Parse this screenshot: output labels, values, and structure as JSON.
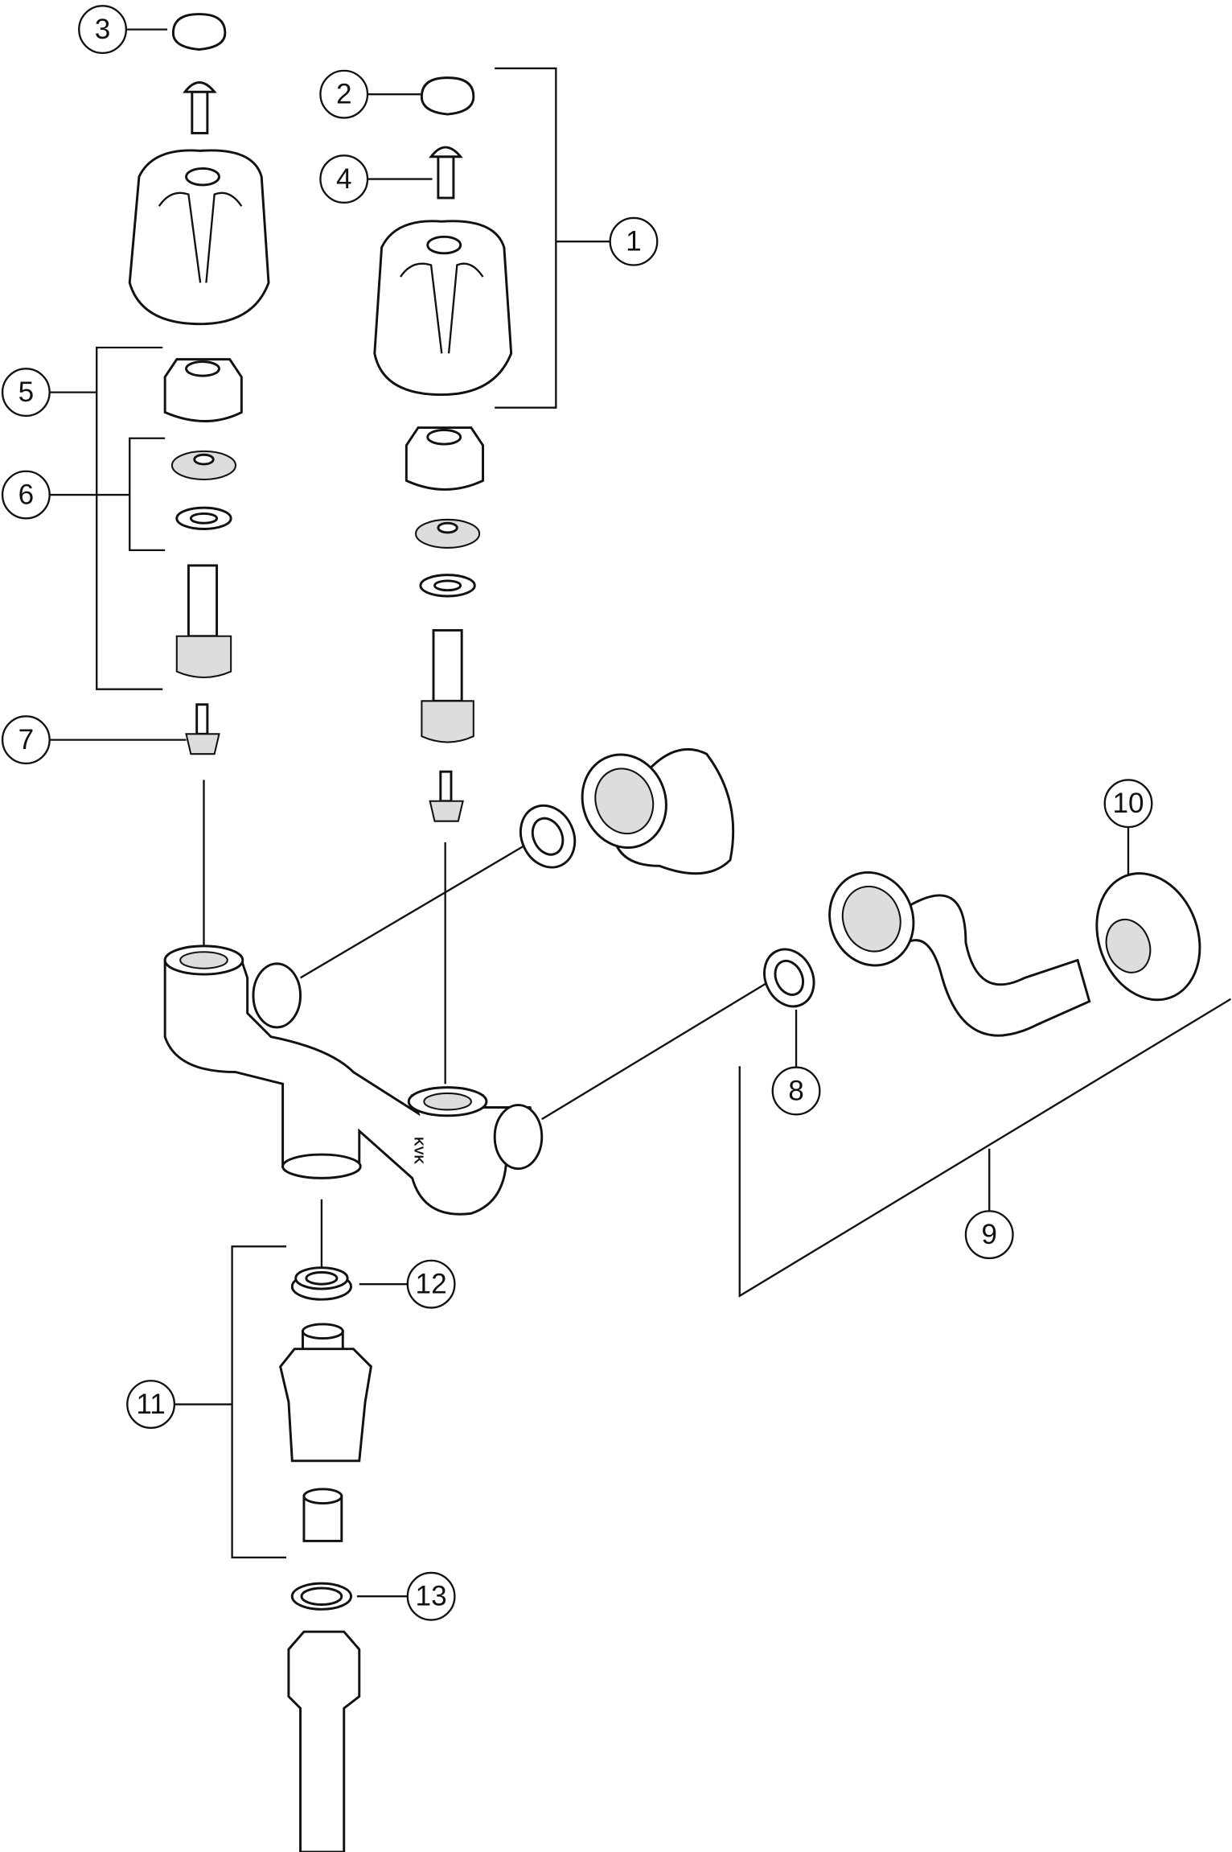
{
  "diagram": {
    "type": "exploded parts diagram",
    "callouts": [
      {
        "id": "1",
        "label": "1"
      },
      {
        "id": "2",
        "label": "2"
      },
      {
        "id": "3",
        "label": "3"
      },
      {
        "id": "4",
        "label": "4"
      },
      {
        "id": "5",
        "label": "5"
      },
      {
        "id": "6",
        "label": "6"
      },
      {
        "id": "7",
        "label": "7"
      },
      {
        "id": "8",
        "label": "8"
      },
      {
        "id": "9",
        "label": "9"
      },
      {
        "id": "10",
        "label": "10"
      },
      {
        "id": "11",
        "label": "11"
      },
      {
        "id": "12",
        "label": "12"
      },
      {
        "id": "13",
        "label": "13"
      }
    ],
    "body_logo": "KVK"
  }
}
